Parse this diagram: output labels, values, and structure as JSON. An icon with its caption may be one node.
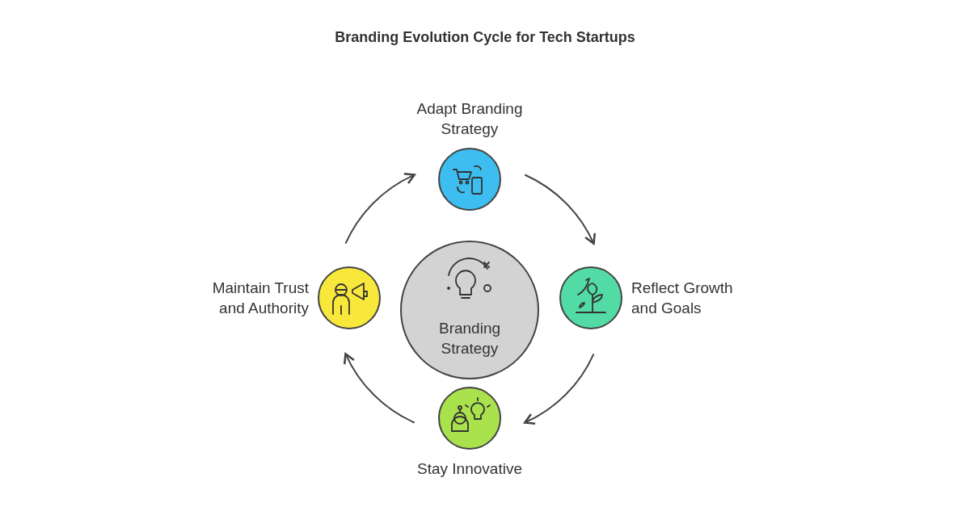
{
  "diagram": {
    "title": "Branding Evolution Cycle for Tech Startups",
    "nodes": [
      {
        "text": [
          "Branding Strategy"
        ]
      },
      {
        "text": [
          "Adapt Branding Strategy"
        ]
      },
      {
        "text": [
          "Reflect Growth and Goals"
        ]
      },
      {
        "text": [
          "Stay Innovative"
        ]
      },
      {
        "text": [
          "Maintain Trust and Authority"
        ]
      }
    ],
    "edges": [
      {
        "from": 1,
        "to": 2,
        "arrow": "to"
      },
      {
        "from": 2,
        "to": 3,
        "arrow": "to"
      },
      {
        "from": 3,
        "to": 4,
        "arrow": "to"
      },
      {
        "from": 4,
        "to": 1,
        "arrow": "to"
      }
    ]
  }
}
